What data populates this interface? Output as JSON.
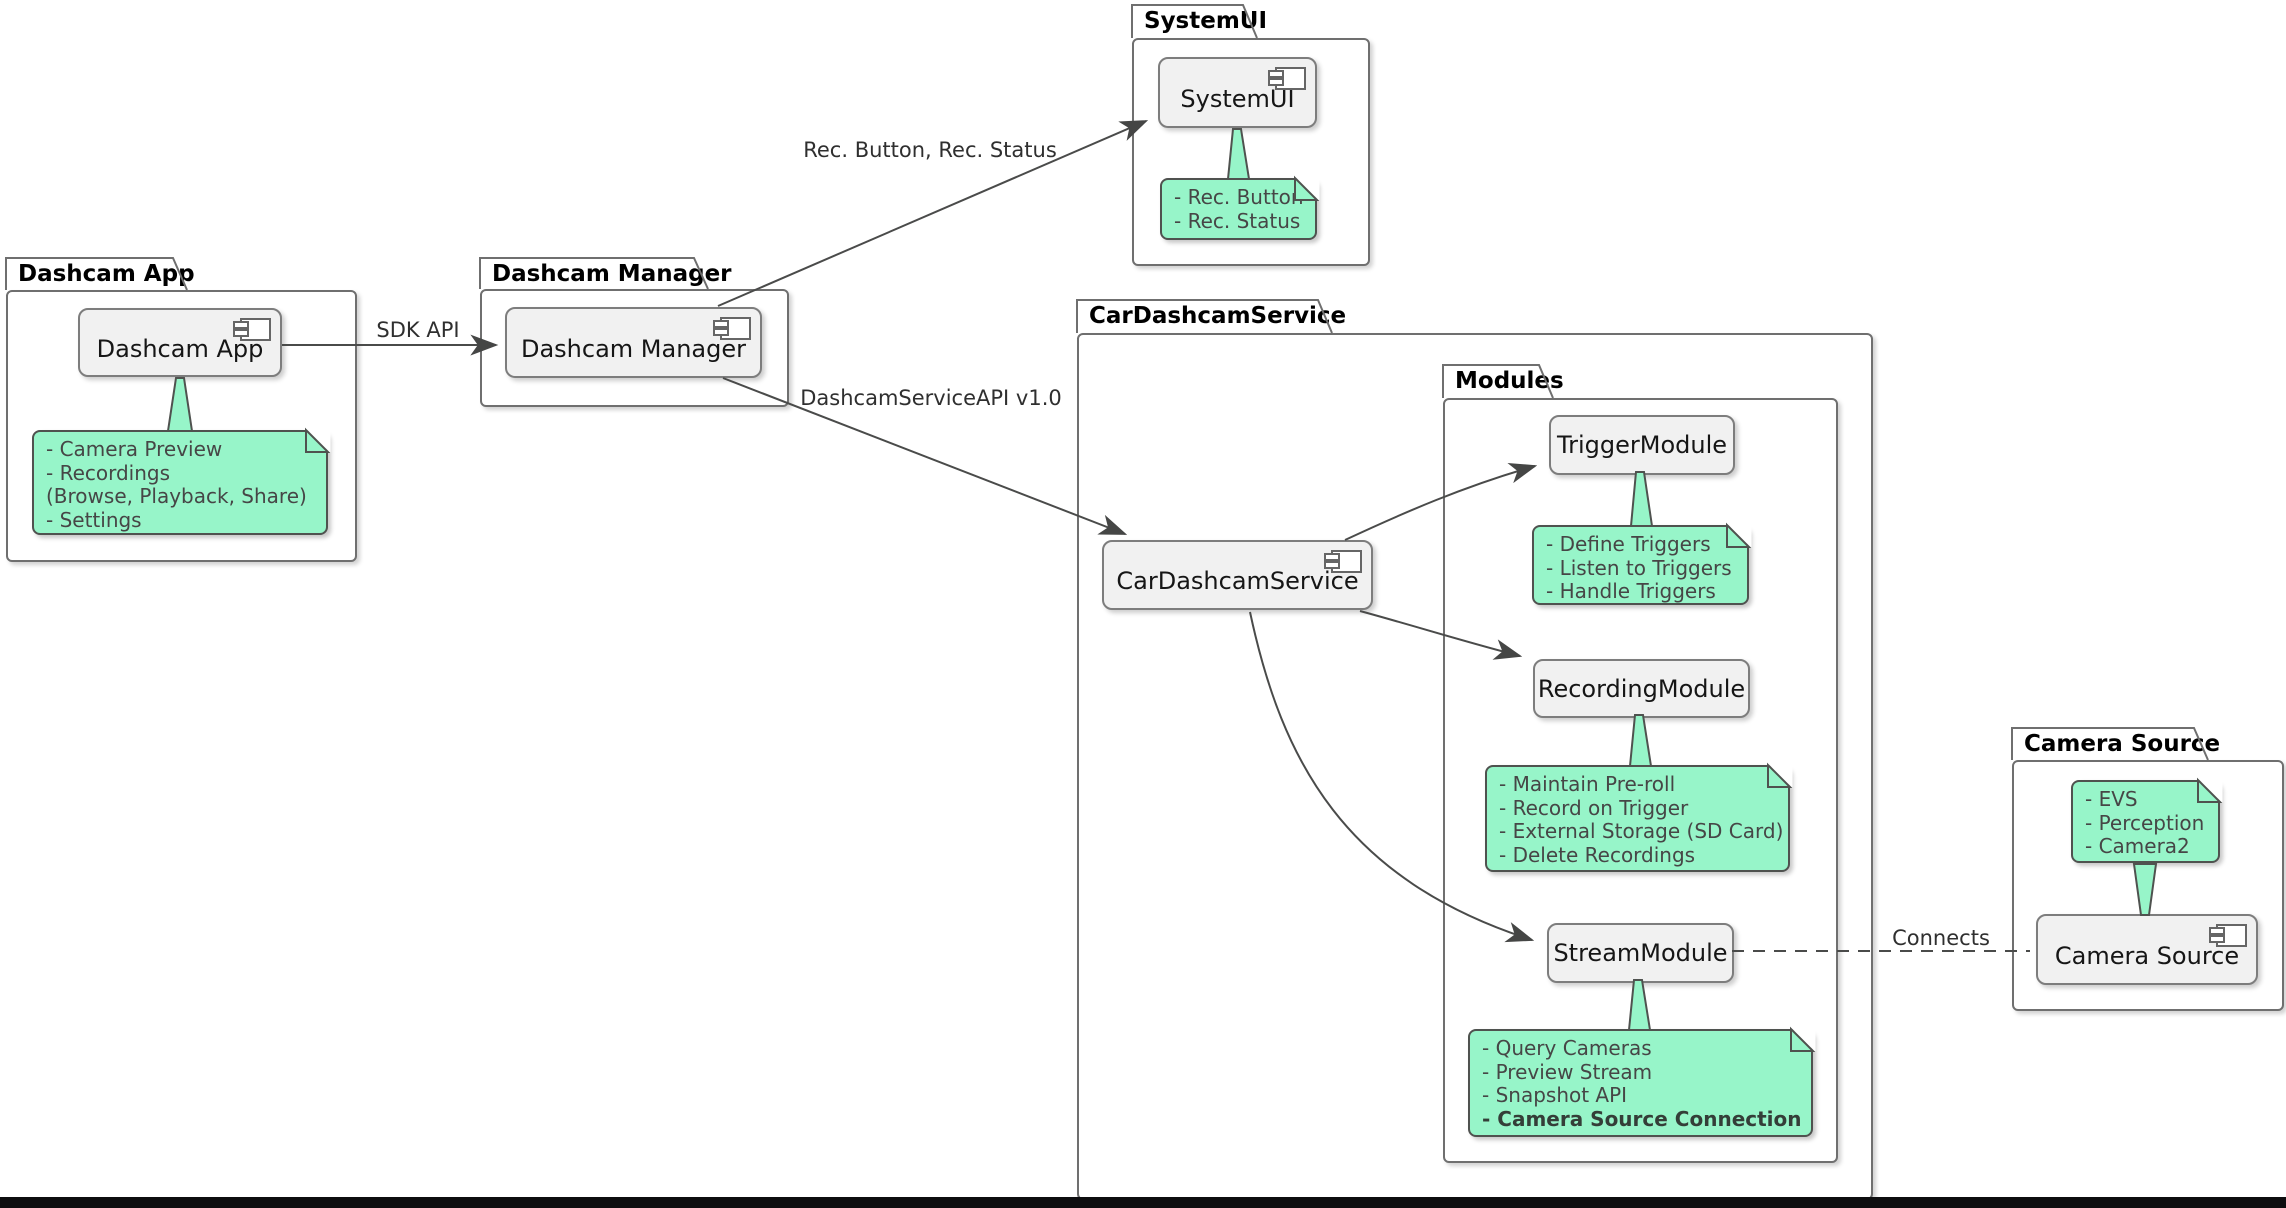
{
  "diagram_type": "uml-component-diagram",
  "colors": {
    "note_fill": "#97F5C9",
    "note_border": "#4F524F",
    "component_fill": "#F1F1F1",
    "component_border": "#7D7D7D",
    "package_border": "#6F6F6F",
    "line": "#4A4B4A",
    "bottom_bar": "#0D0D0F",
    "background": "#FFFFFF"
  },
  "packages": {
    "dashcam_app": {
      "title": "Dashcam App"
    },
    "dashcam_manager": {
      "title": "Dashcam Manager"
    },
    "systemui": {
      "title": "SystemUI"
    },
    "car_dashcam_service": {
      "title": "CarDashcamService"
    },
    "modules": {
      "title": "Modules"
    },
    "camera_source": {
      "title": "Camera Source"
    }
  },
  "components": {
    "dashcam_app": {
      "label": "Dashcam App"
    },
    "dashcam_manager": {
      "label": "Dashcam Manager"
    },
    "systemui": {
      "label": "SystemUI"
    },
    "car_dashcam_service": {
      "label": "CarDashcamService"
    },
    "trigger_module": {
      "label": "TriggerModule"
    },
    "recording_module": {
      "label": "RecordingModule"
    },
    "stream_module": {
      "label": "StreamModule"
    },
    "camera_source": {
      "label": "Camera Source"
    }
  },
  "notes": {
    "dashcam_app": {
      "lines": [
        "- Camera Preview",
        "- Recordings",
        "(Browse, Playback, Share)",
        "- Settings"
      ]
    },
    "systemui": {
      "lines": [
        "- Rec. Button",
        "- Rec. Status"
      ]
    },
    "trigger_module": {
      "lines": [
        "- Define Triggers",
        "- Listen to Triggers",
        "- Handle Triggers"
      ]
    },
    "recording_module": {
      "lines": [
        "- Maintain Pre-roll",
        "- Record on Trigger",
        "- External Storage (SD Card)",
        "- Delete Recordings"
      ]
    },
    "stream_module": {
      "lines": [
        "- Query Cameras",
        "- Preview Stream",
        "- Snapshot API"
      ],
      "bold_line": "- Camera Source Connection"
    },
    "camera_source": {
      "lines": [
        "- EVS",
        "- Perception",
        "- Camera2"
      ]
    }
  },
  "edges": {
    "sdk_api": {
      "label": "SDK API"
    },
    "rec_button_status": {
      "label": "Rec. Button, Rec. Status"
    },
    "dashcam_service_api": {
      "label": "DashcamServiceAPI v1.0"
    },
    "connects": {
      "label": "Connects"
    }
  }
}
